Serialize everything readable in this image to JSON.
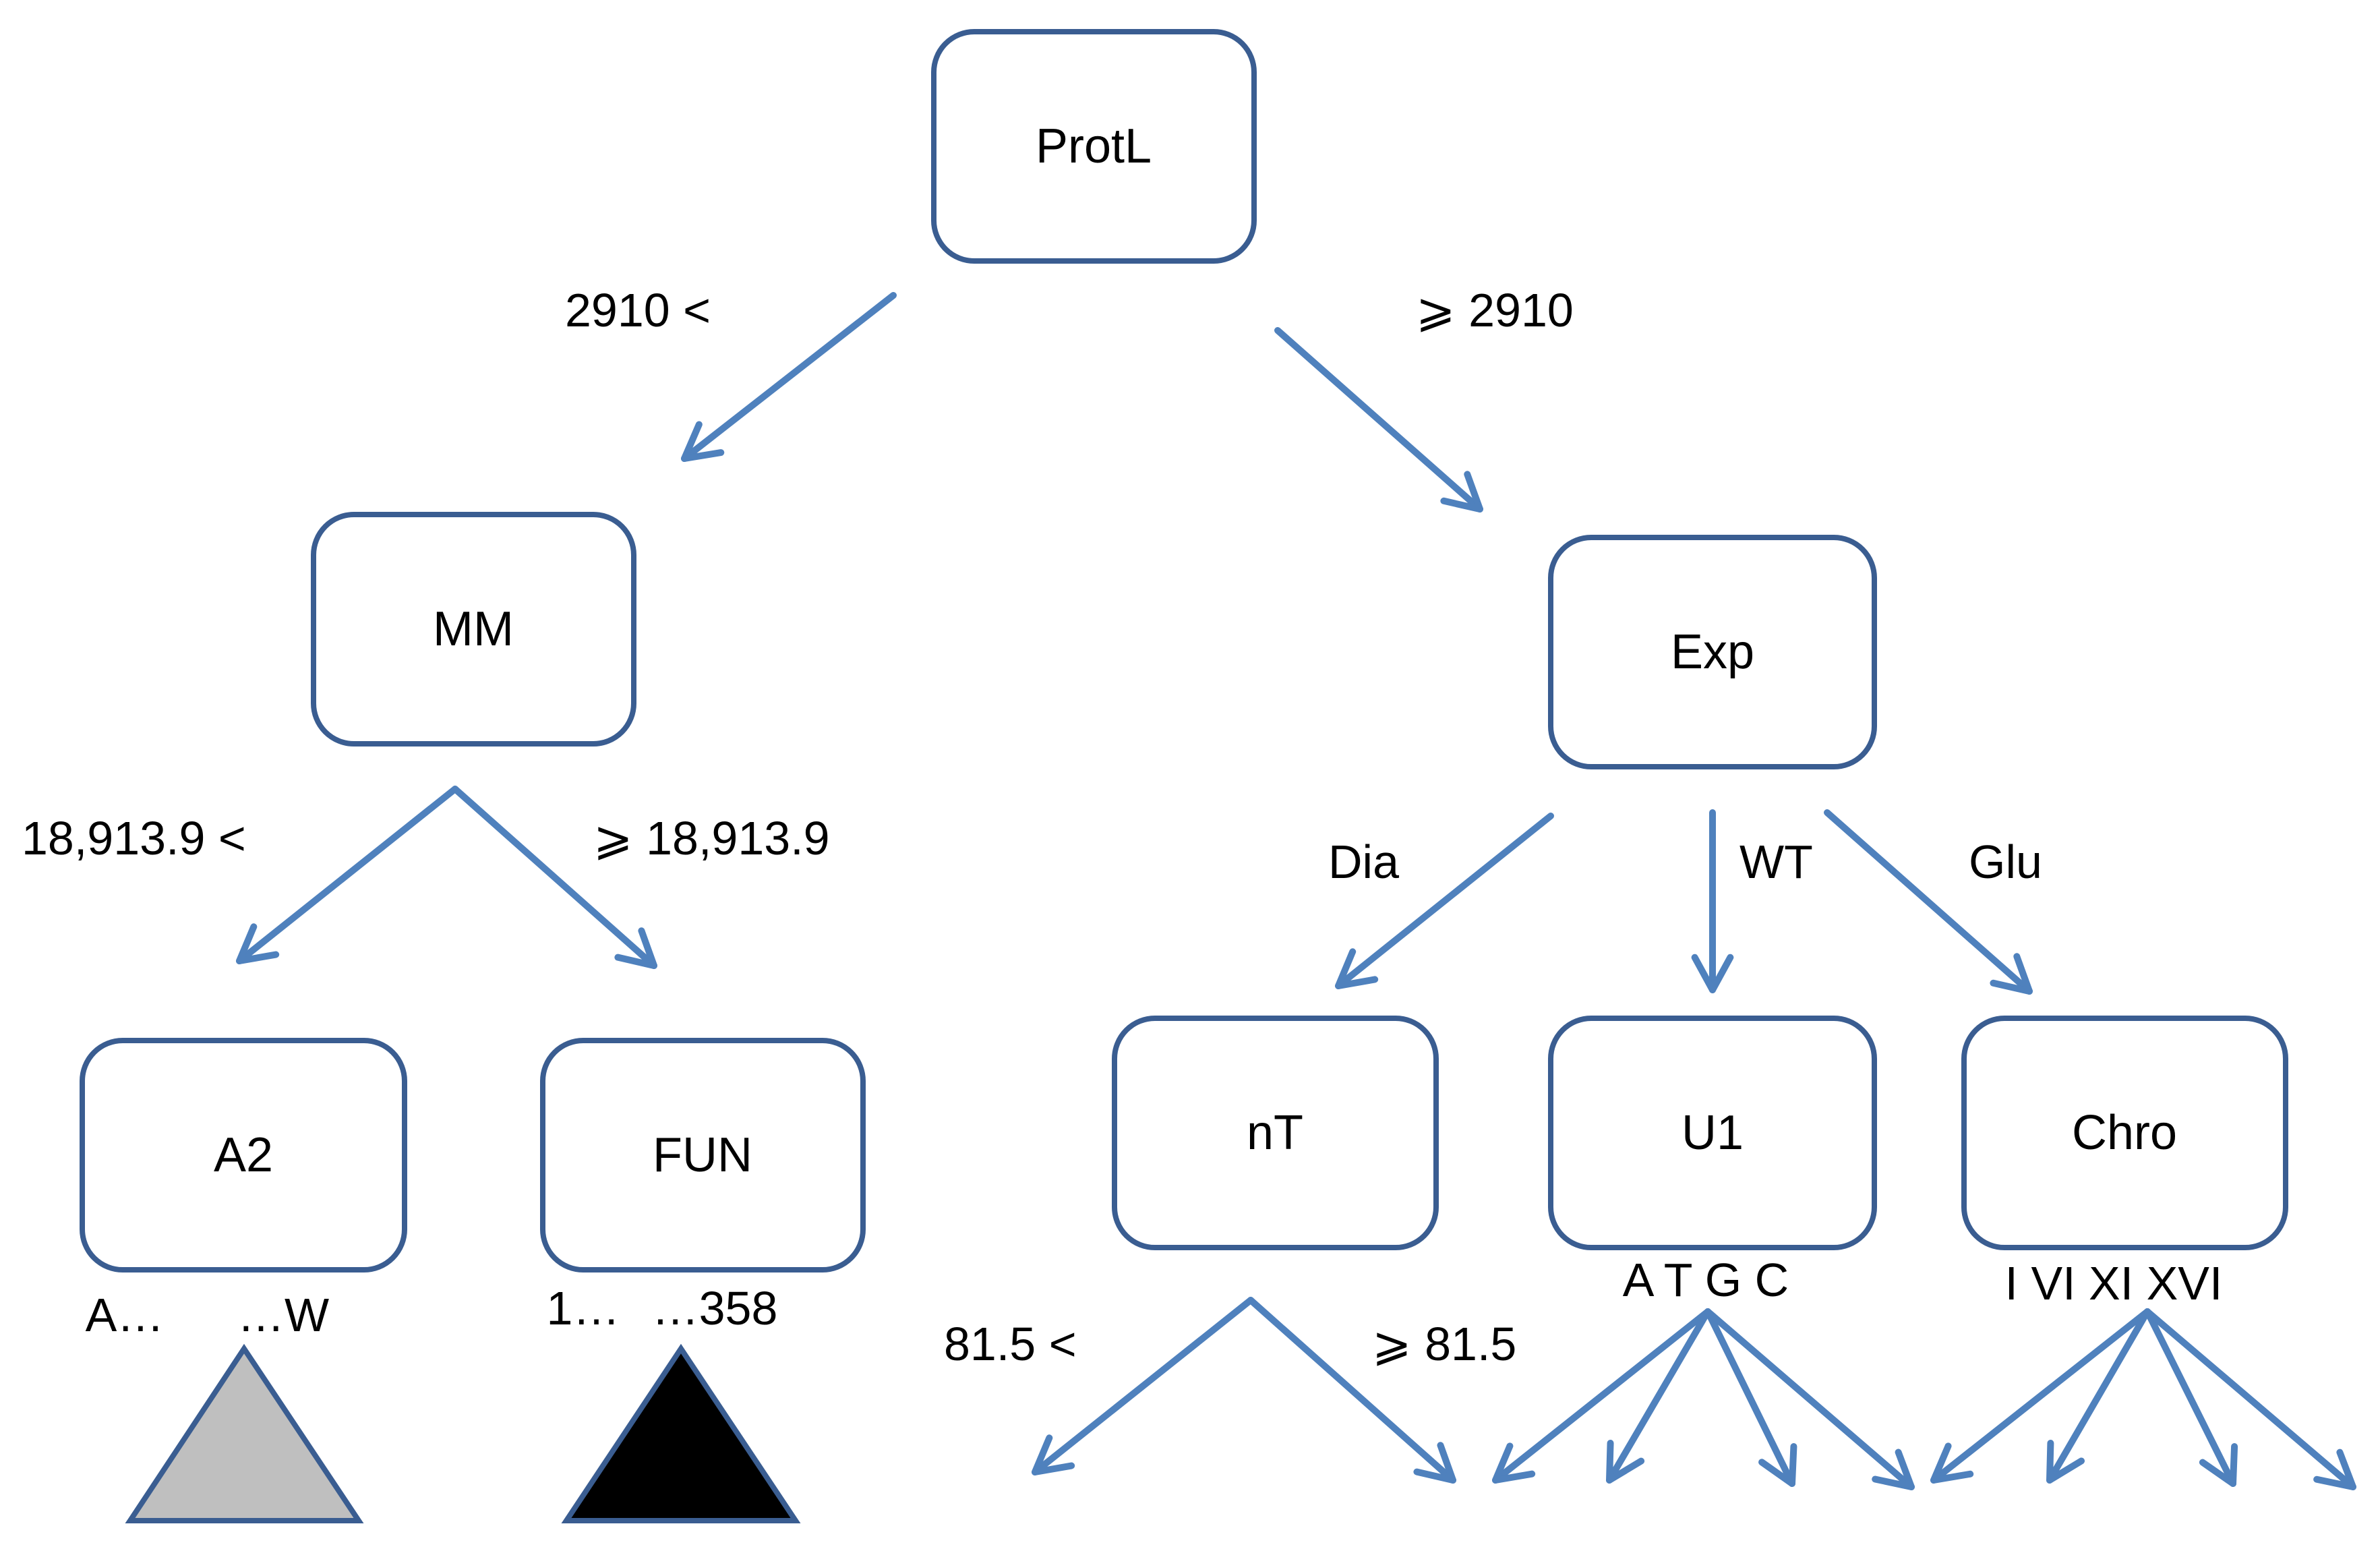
{
  "nodes": {
    "protl": "ProtL",
    "mm": "MM",
    "exp": "Exp",
    "a2": "A2",
    "fun": "FUN",
    "nt": "nT",
    "u1": "U1",
    "chro": "Chro"
  },
  "edges": {
    "protl_left": "2910 <",
    "protl_right": "⩾ 2910",
    "mm_left": "18,913.9 <",
    "mm_right": "⩾ 18,913.9",
    "exp_dia": "Dia",
    "exp_wt": "WT",
    "exp_glu": "Glu",
    "nt_left": "81.5 <",
    "nt_right": "⩾ 81.5"
  },
  "leaf_ranges": {
    "a2_start": "A…",
    "a2_end": "…W",
    "fun_start": "1…",
    "fun_end": "…358",
    "u1_values": "A T G C",
    "chro_values": "I VI XI XVI"
  },
  "colors": {
    "arrow": "#4f81bd",
    "box_border": "#3a5d91",
    "triangle_gray": "#bfbfbf",
    "triangle_black": "#000000"
  }
}
